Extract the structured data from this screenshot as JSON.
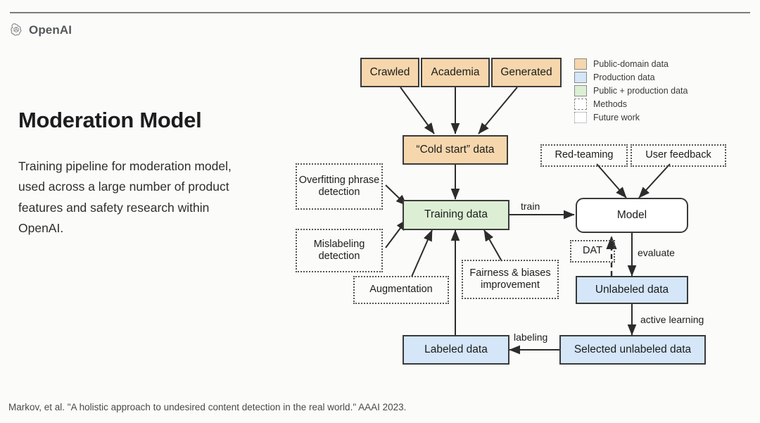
{
  "brand": {
    "name": "OpenAI",
    "logo_icon": "openai-logo-icon"
  },
  "title": "Moderation Model",
  "description": "Training pipeline for moderation model, used across a large number of product features and safety research within OpenAI.",
  "citation": "Markov, et al. \"A holistic approach to undesired content detection in the real world.\" AAAI 2023.",
  "colors": {
    "public_domain": "#f6d7ad",
    "production": "#d4e6f7",
    "public_plus_production": "#dcefd4",
    "stroke": "#3a3a3a",
    "background": "#fbfbf9"
  },
  "legend": {
    "items": [
      {
        "label": "Public-domain data",
        "style": "fill",
        "color": "#f6d7ad"
      },
      {
        "label": "Production data",
        "style": "fill",
        "color": "#d4e6f7"
      },
      {
        "label": "Public + production data",
        "style": "fill",
        "color": "#dcefd4"
      },
      {
        "label": "Methods",
        "style": "dashed",
        "color": "#ffffff"
      },
      {
        "label": "Future work",
        "style": "dotted",
        "color": "#ffffff"
      }
    ]
  },
  "diagram": {
    "nodes": [
      {
        "id": "crawled",
        "label": "Crawled",
        "kind": "public-domain-data"
      },
      {
        "id": "academia",
        "label": "Academia",
        "kind": "public-domain-data"
      },
      {
        "id": "generated",
        "label": "Generated",
        "kind": "public-domain-data"
      },
      {
        "id": "cold_start",
        "label": "“Cold start” data",
        "kind": "public-domain-data"
      },
      {
        "id": "overfitting",
        "label": "Overfitting phrase detection",
        "kind": "method"
      },
      {
        "id": "mislabeling",
        "label": "Mislabeling detection",
        "kind": "method"
      },
      {
        "id": "augmentation",
        "label": "Augmentation",
        "kind": "method"
      },
      {
        "id": "fairness",
        "label": "Fairness & biases improvement",
        "kind": "method"
      },
      {
        "id": "training_data",
        "label": "Training data",
        "kind": "public-plus-production-data"
      },
      {
        "id": "red_teaming",
        "label": "Red-teaming",
        "kind": "method"
      },
      {
        "id": "user_feedback",
        "label": "User feedback",
        "kind": "method"
      },
      {
        "id": "model",
        "label": "Model",
        "kind": "model"
      },
      {
        "id": "dat",
        "label": "DAT",
        "kind": "future-work"
      },
      {
        "id": "unlabeled",
        "label": "Unlabeled data",
        "kind": "production-data"
      },
      {
        "id": "selected",
        "label": "Selected unlabeled data",
        "kind": "production-data"
      },
      {
        "id": "labeled",
        "label": "Labeled data",
        "kind": "production-data"
      }
    ],
    "edge_labels": {
      "train": "train",
      "evaluate": "evaluate",
      "active_learning": "active learning",
      "labeling": "labeling"
    }
  }
}
